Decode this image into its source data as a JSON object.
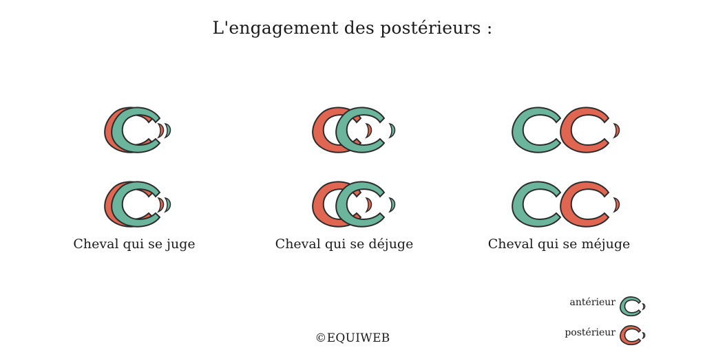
{
  "title": "L'engagement des postérieurs :",
  "columns": [
    {
      "caption": "Cheval qui se juge",
      "arrangement": "superposed"
    },
    {
      "caption": "Cheval qui se déjuge",
      "arrangement": "rear-behind-front"
    },
    {
      "caption": "Cheval qui se méjuge",
      "arrangement": "rear-ahead-of-front"
    }
  ],
  "legend": [
    {
      "label": "antérieur",
      "color": "#6ab59c",
      "icon": "horseshoe-icon"
    },
    {
      "label": "postérieur",
      "color": "#e06652",
      "icon": "horseshoe-icon"
    }
  ],
  "colors": {
    "anterior": "#6ab59c",
    "posterior": "#e06652",
    "outline": "#2b2b2b"
  },
  "copyright": "©EQUIWEB"
}
